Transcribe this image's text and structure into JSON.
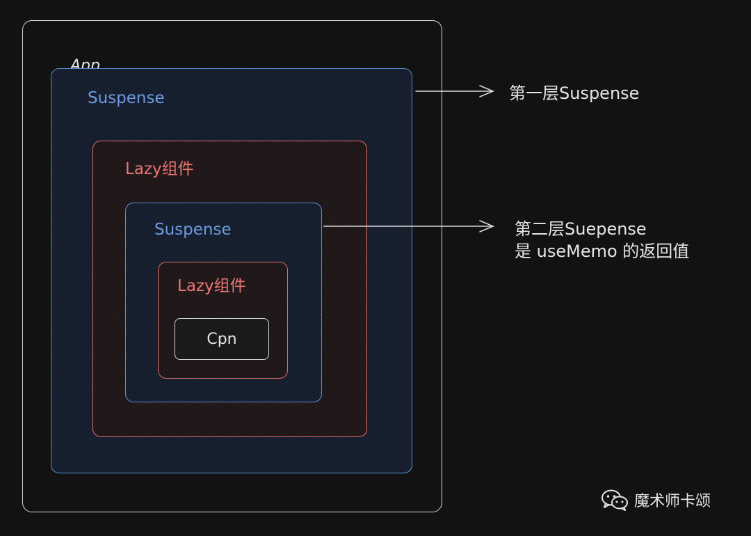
{
  "diagram": {
    "app_label": "App",
    "outer_suspense_label": "Suspense",
    "outer_lazy_label": "Lazy组件",
    "inner_suspense_label": "Suspense",
    "inner_lazy_label": "Lazy组件",
    "cpn_label": "Cpn"
  },
  "annotations": {
    "first_layer": "第一层Suspense",
    "second_layer_line1": "第二层Suepense",
    "second_layer_line2": "是 useMemo 的返回值"
  },
  "watermark": {
    "text": "魔术师卡颂",
    "icon": "wechat-icon"
  },
  "colors": {
    "background": "#121212",
    "app_border": "#d8d8d8",
    "suspense": "#5b8fd6",
    "lazy": "#e06c6a",
    "text": "#e6e6e6"
  }
}
